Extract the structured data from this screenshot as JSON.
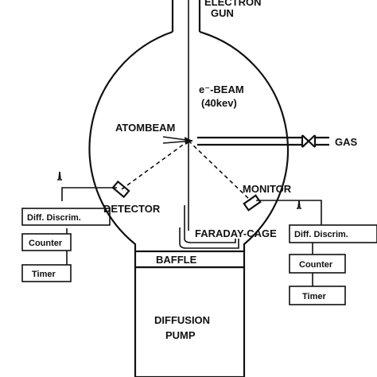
{
  "labels": {
    "electron_gun_line1": "ELECTRON",
    "electron_gun_line2": "GUN",
    "beam_line1": "e⁻-BEAM",
    "beam_line2": "(40kev)",
    "atombeam": "ATOMBEAM",
    "gas": "GAS",
    "detector": "DETECTOR",
    "monitor": "MONITOR",
    "faraday_cage": "FARADAY-CAGE",
    "baffle": "BAFFLE",
    "pump_line1": "DIFFUSION",
    "pump_line2": "PUMP"
  },
  "left_chain": {
    "discriminator": "Diff. Discrim.",
    "counter": "Counter",
    "timer": "Timer"
  },
  "right_chain": {
    "discriminator": "Diff. Discrim.",
    "counter": "Counter",
    "timer": "Timer"
  }
}
